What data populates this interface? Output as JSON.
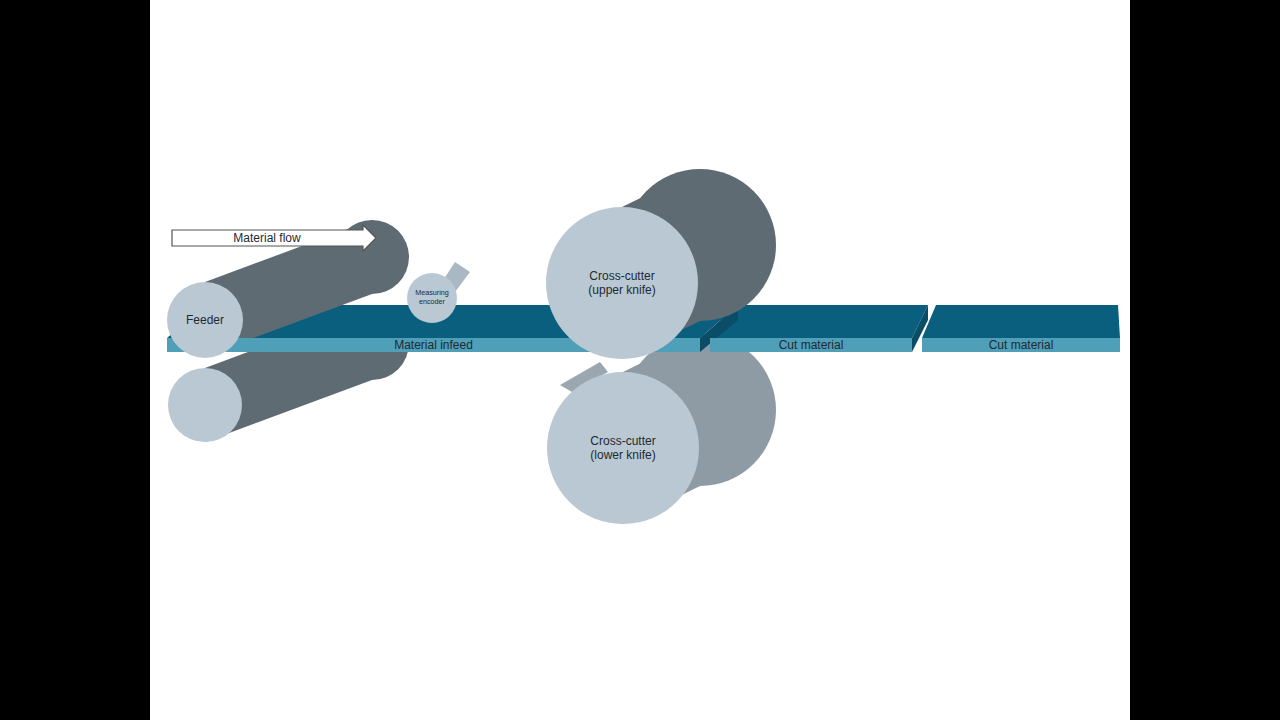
{
  "diagram": {
    "nodes": [
      {
        "text": [
          "Material flow"
        ]
      },
      {
        "text": [
          "Feeder"
        ]
      },
      {
        "text": [
          "Measuring encoder"
        ]
      },
      {
        "text": [
          "Material infeed"
        ]
      },
      {
        "text": [
          "Cross-cutter (upper knife)"
        ]
      },
      {
        "text": [
          "Cut material"
        ]
      },
      {
        "text": [
          "Cut material"
        ]
      },
      {
        "text": [
          "Cross-cutter (lower knife)"
        ]
      }
    ]
  }
}
